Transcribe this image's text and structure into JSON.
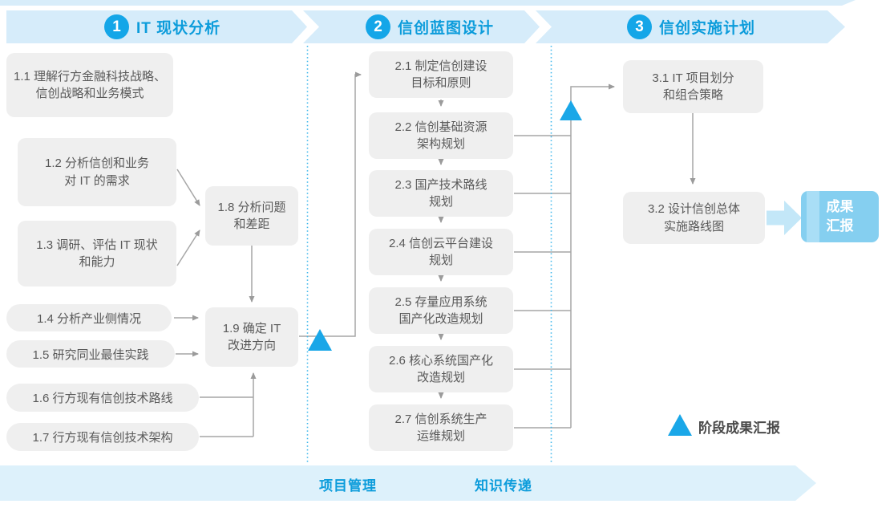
{
  "header": {
    "phases": [
      {
        "num": "1",
        "title": "IT 现状分析"
      },
      {
        "num": "2",
        "title": "信创蓝图设计"
      },
      {
        "num": "3",
        "title": "信创实施计划"
      }
    ]
  },
  "boxes": {
    "b11": {
      "l1": "1.1 理解行方金融科技战略、",
      "l2": "信创战略和业务模式"
    },
    "b12": {
      "l1": "1.2 分析信创和业务",
      "l2": "对 IT 的需求"
    },
    "b13": {
      "l1": "1.3 调研、评估 IT 现状",
      "l2": "和能力"
    },
    "b14": {
      "l1": "1.4 分析产业侧情况"
    },
    "b15": {
      "l1": "1.5 研究同业最佳实践"
    },
    "b16": {
      "l1": "1.6 行方现有信创技术路线"
    },
    "b17": {
      "l1": "1.7 行方现有信创技术架构"
    },
    "b18": {
      "l1": "1.8 分析问题",
      "l2": "和差距"
    },
    "b19": {
      "l1": "1.9 确定 IT",
      "l2": "改进方向"
    },
    "b21": {
      "l1": "2.1 制定信创建设",
      "l2": "目标和原则"
    },
    "b22": {
      "l1": "2.2 信创基础资源",
      "l2": "架构规划"
    },
    "b23": {
      "l1": "2.3 国产技术路线",
      "l2": "规划"
    },
    "b24": {
      "l1": "2.4 信创云平台建设",
      "l2": "规划"
    },
    "b25": {
      "l1": "2.5 存量应用系统",
      "l2": "国产化改造规划"
    },
    "b26": {
      "l1": "2.6 核心系统国产化",
      "l2": "改造规划"
    },
    "b27": {
      "l1": "2.7 信创系统生产",
      "l2": "运维规划"
    },
    "b31": {
      "l1": "3.1 IT 项目划分",
      "l2": "和组合策略"
    },
    "b32": {
      "l1": "3.2 设计信创总体",
      "l2": "实施路线图"
    }
  },
  "result": {
    "l1": "成果",
    "l2": "汇报"
  },
  "legend": {
    "label": "阶段成果汇报"
  },
  "footer": {
    "left": "项目管理",
    "right": "知识传递"
  },
  "colors": {
    "accent": "#14a6e8",
    "band": "#d6ecfa",
    "box_bg": "#efefef",
    "box_text": "#595959",
    "title_blue": "#0c9cdb",
    "line_gray": "#a6a6a6",
    "result_bg": "#85cff0",
    "triangle_blue": "#1aa7e8"
  }
}
